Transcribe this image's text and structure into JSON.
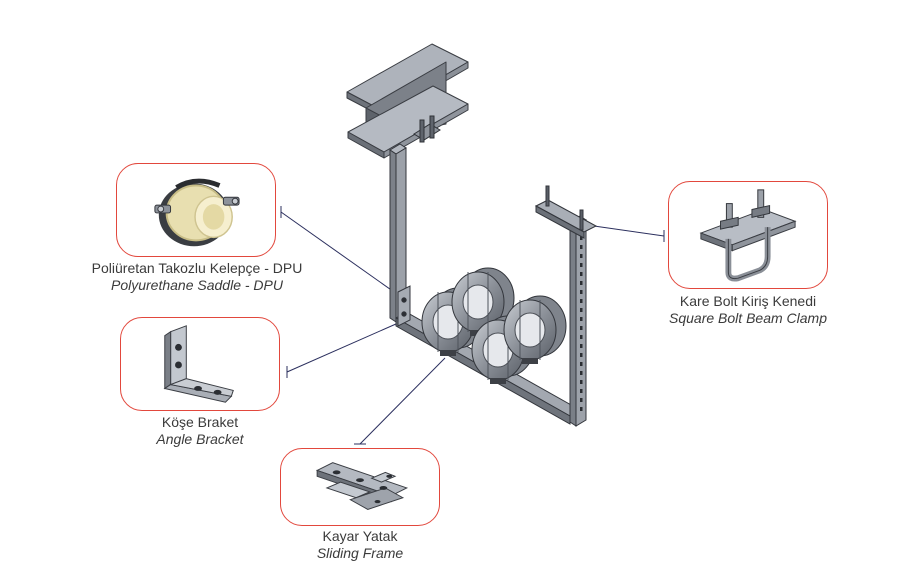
{
  "callouts": {
    "saddle": {
      "tr": "Poliüretan Takozlu Kelepçe - DPU",
      "en": "Polyurethane Saddle - DPU",
      "icon": "polyurethane-saddle-icon"
    },
    "beam_clamp": {
      "tr": "Kare Bolt Kiriş Kenedi",
      "en": "Square Bolt Beam Clamp",
      "icon": "square-bolt-beam-clamp-icon"
    },
    "angle_bracket": {
      "tr": "Köşe Braket",
      "en": "Angle Bracket",
      "icon": "angle-bracket-icon"
    },
    "sliding_frame": {
      "tr": "Kayar Yatak",
      "en": "Sliding Frame",
      "icon": "sliding-frame-icon"
    }
  },
  "colors": {
    "callout_border": "#e2483d",
    "leader_line": "#2b2f5e",
    "steel": "#9aa0aa",
    "steel_dark": "#5d626b",
    "pu_insert": "#efe8c2",
    "caption_text": "#3b3b3b"
  }
}
